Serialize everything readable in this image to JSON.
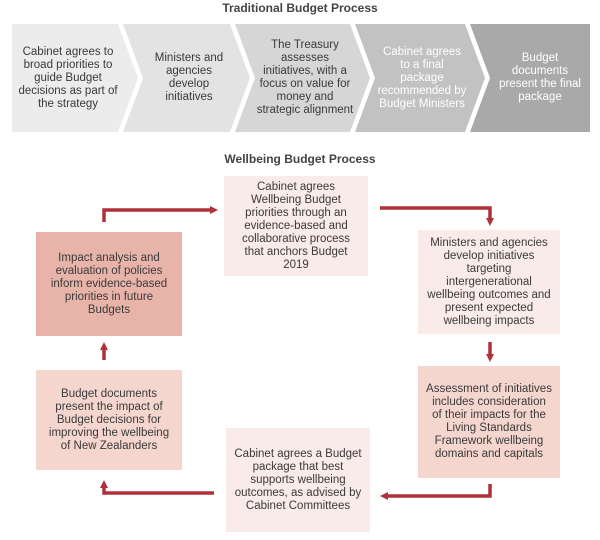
{
  "traditional": {
    "title": "Traditional Budget Process",
    "steps": [
      "Cabinet agrees to broad priorities to guide Budget decisions as part of the strategy",
      "Ministers and agencies develop initiatives",
      "The Treasury assesses initiatives, with a focus on value for money and strategic alignment",
      "Cabinet agrees to a final package recommended by Budget Ministers",
      "Budget documents present the final package"
    ],
    "colors": [
      "#ececec",
      "#e3e3e3",
      "#d6d6d6",
      "#c2c2c2",
      "#a9a9a9"
    ]
  },
  "wellbeing": {
    "title": "Wellbeing Budget Process",
    "steps": {
      "priorities": "Cabinet agrees Wellbeing Budget priorities through an evidence-based and collaborative process that anchors Budget 2019",
      "develop": "Ministers and agencies develop initiatives targeting intergenerational wellbeing outcomes and present expected wellbeing impacts",
      "assessment": "Assessment of initiatives includes consideration of their impacts for the Living Standards Framework wellbeing domains and capitals",
      "package": "Cabinet agrees a Budget package that best supports wellbeing outcomes, as advised by Cabinet Committees",
      "documents": "Budget documents present the impact of Budget decisions for improving the wellbeing of New Zealanders",
      "impact": "Impact analysis and evaluation of policies inform evidence-based priorities in future Budgets"
    },
    "arrow_color": "#b0303a"
  }
}
